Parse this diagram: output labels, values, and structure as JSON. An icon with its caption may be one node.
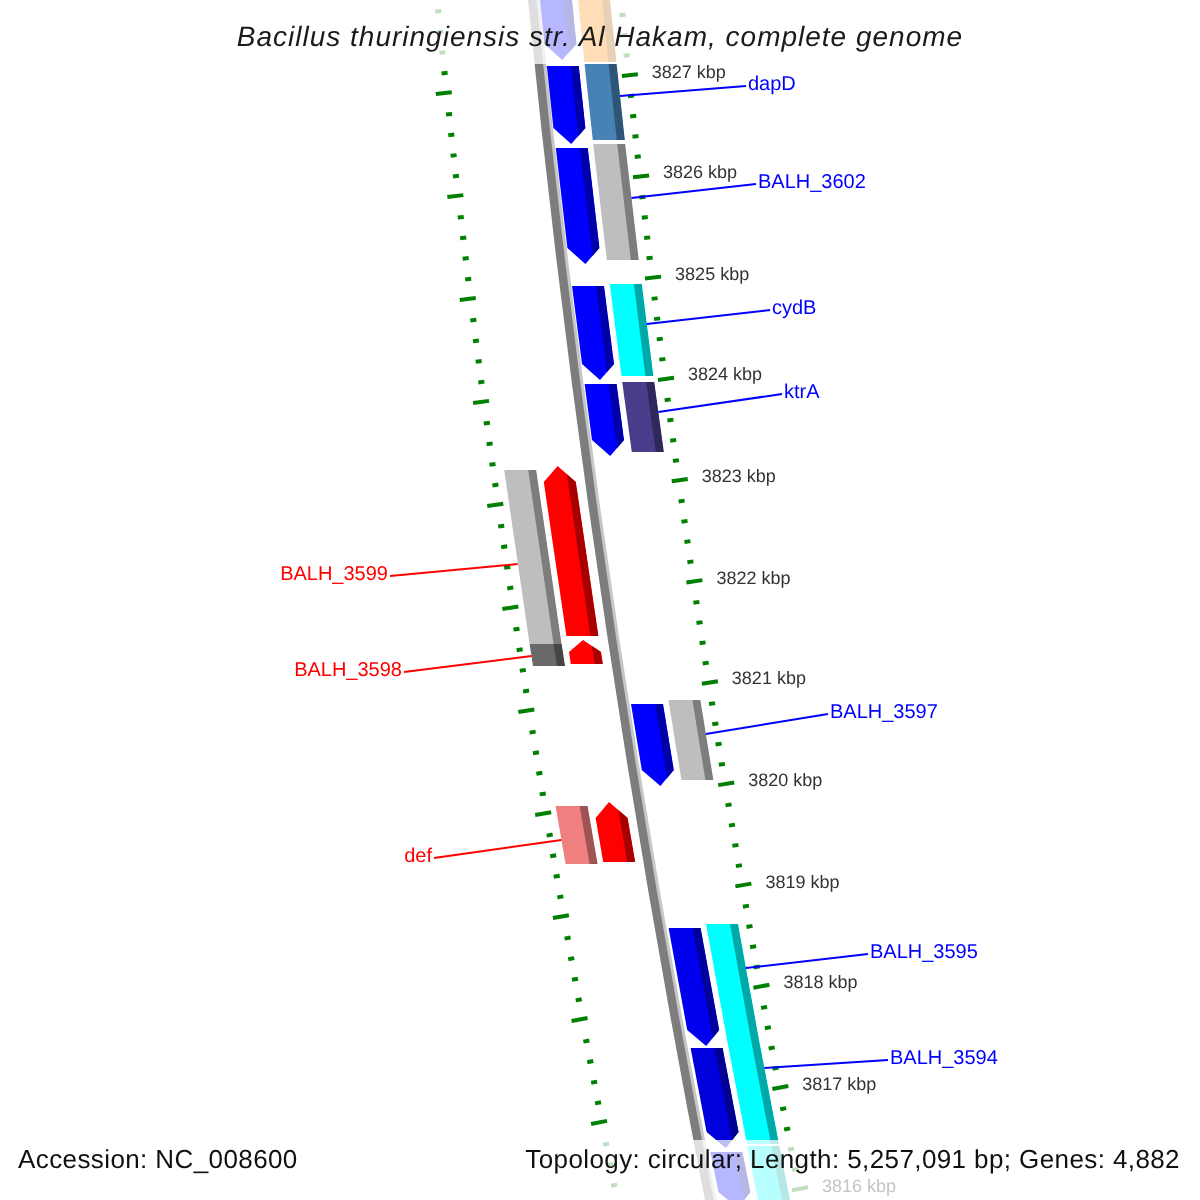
{
  "diagram": {
    "title": "Bacillus thuringiensis str. Al Hakam, complete genome",
    "nodes": [
      {
        "text": [],
        "shape": "pentagon"
      },
      {
        "text": [],
        "shape": "bar"
      },
      {
        "text": [],
        "shape": "pentagon"
      },
      {
        "text": [],
        "shape": "bar"
      },
      {
        "text": [
          "dapD"
        ]
      },
      {
        "text": [],
        "shape": "pentagon"
      },
      {
        "text": [],
        "shape": "bar"
      },
      {
        "text": [
          "BALH_3602"
        ]
      },
      {
        "text": [],
        "shape": "pentagon"
      },
      {
        "text": [],
        "shape": "bar"
      },
      {
        "text": [
          "cydB"
        ]
      },
      {
        "text": [],
        "shape": "pentagon"
      },
      {
        "text": [],
        "shape": "bar"
      },
      {
        "text": [
          "ktrA"
        ]
      },
      {
        "text": [
          "BALH_3599"
        ]
      },
      {
        "text": [],
        "shape": "bar"
      },
      {
        "text": [],
        "shape": "pentagon"
      },
      {
        "text": [
          "BALH_3598"
        ]
      },
      {
        "text": [],
        "shape": "bar"
      },
      {
        "text": [],
        "shape": "pentagon"
      },
      {
        "text": [],
        "shape": "pentagon"
      },
      {
        "text": [],
        "shape": "bar"
      },
      {
        "text": [
          "BALH_3597"
        ]
      },
      {
        "text": [
          "def"
        ]
      },
      {
        "text": [],
        "shape": "bar"
      },
      {
        "text": [],
        "shape": "pentagon"
      },
      {
        "text": [],
        "shape": "pentagon"
      },
      {
        "text": [],
        "shape": "bar"
      },
      {
        "text": [
          "BALH_3595"
        ]
      },
      {
        "text": [],
        "shape": "pentagon"
      },
      {
        "text": [],
        "shape": "bar"
      },
      {
        "text": [
          "BALH_3594"
        ]
      },
      {
        "text": [],
        "shape": "pentagon"
      },
      {
        "text": [],
        "shape": "bar"
      }
    ],
    "edges": [
      {
        "from": 4,
        "to": 3,
        "arrow": "none"
      },
      {
        "from": 7,
        "to": 6,
        "arrow": "none"
      },
      {
        "from": 10,
        "to": 9,
        "arrow": "none"
      },
      {
        "from": 13,
        "to": 12,
        "arrow": "none"
      },
      {
        "from": 14,
        "to": 15,
        "arrow": "none",
        "color": "#ff0000"
      },
      {
        "from": 17,
        "to": 18,
        "arrow": "none",
        "color": "#ff0000"
      },
      {
        "from": 22,
        "to": 21,
        "arrow": "none"
      },
      {
        "from": 23,
        "to": 24,
        "arrow": "none",
        "color": "#ff0000"
      },
      {
        "from": 28,
        "to": 27,
        "arrow": "none"
      },
      {
        "from": 31,
        "to": 30,
        "arrow": "none"
      }
    ],
    "labels": [
      "3827 kbp",
      "3826 kbp",
      "3825 kbp",
      "3824 kbp",
      "3823 kbp",
      "3822 kbp",
      "3821 kbp",
      "3820 kbp",
      "3819 kbp",
      "3818 kbp",
      "3817 kbp",
      "3816 kbp",
      "Accession: NC_008600",
      "Topology: circular; Length: 5,257,091 bp; Genes: 4,882"
    ]
  }
}
